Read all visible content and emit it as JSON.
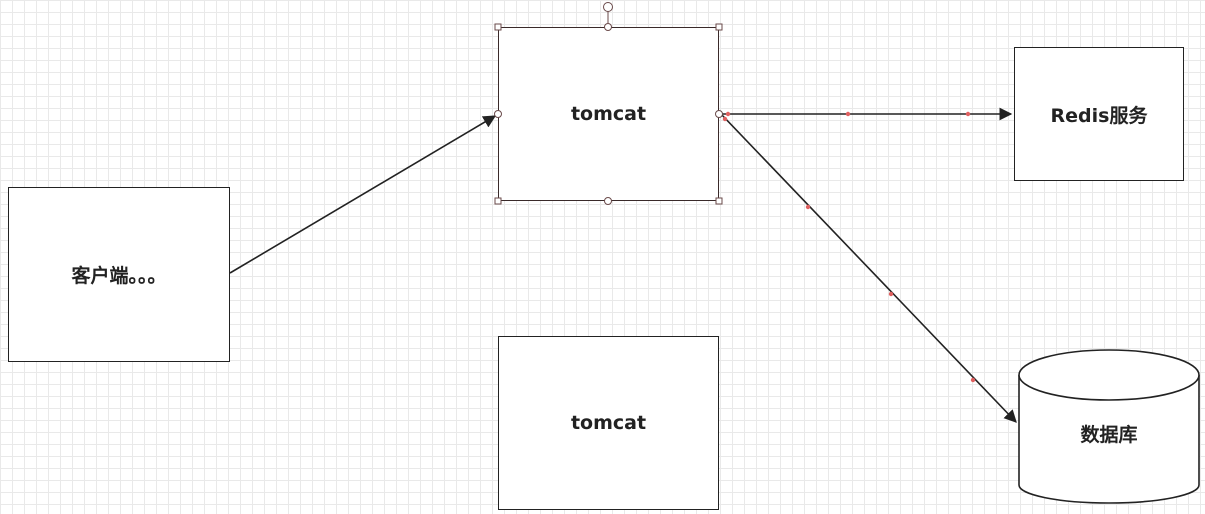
{
  "diagram": {
    "nodes": {
      "client": {
        "label": "客户端。。。"
      },
      "tomcat_primary": {
        "label": "tomcat",
        "selected": true
      },
      "tomcat_secondary": {
        "label": "tomcat"
      },
      "redis": {
        "label": "Redis服务"
      },
      "database": {
        "label": "数据库",
        "shape": "cylinder"
      }
    },
    "edges": [
      {
        "from": "client",
        "to": "tomcat_primary"
      },
      {
        "from": "tomcat_primary",
        "to": "redis"
      },
      {
        "from": "tomcat_primary",
        "to": "database"
      }
    ],
    "colors": {
      "stroke": "#222222",
      "selection": "#8a3a3a",
      "waypoint": "#e06060",
      "grid": "#e9e9e9"
    }
  }
}
